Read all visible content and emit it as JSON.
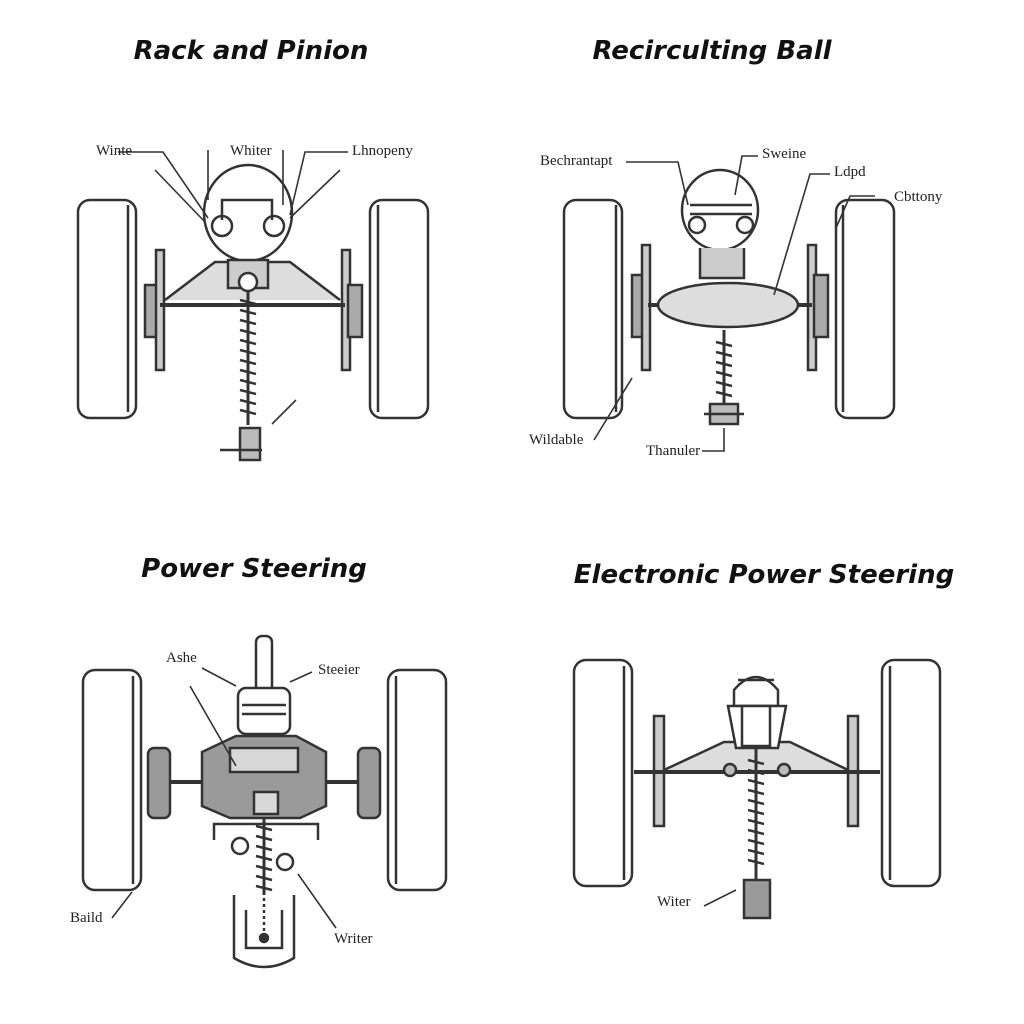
{
  "panels": [
    {
      "title": "Rack and Pinion",
      "labels": [
        "Winte",
        "Whiter",
        "Lhnopeny"
      ]
    },
    {
      "title": "Recirculting Ball",
      "labels": [
        "Bechrantapt",
        "Sweine",
        "Ldpd",
        "Cbttony",
        "Wildable",
        "Thanuler"
      ]
    },
    {
      "title": "Power Steering",
      "labels": [
        "Ashe",
        "Steeier",
        "Baild",
        "Writer"
      ]
    },
    {
      "title": "Electronic Power Steering",
      "labels": [
        "Witer"
      ]
    }
  ],
  "colors": {
    "line": "#333333",
    "fill_gray": "#9a9a9a",
    "fill_light": "#d8d8d8",
    "background": "#ffffff"
  }
}
